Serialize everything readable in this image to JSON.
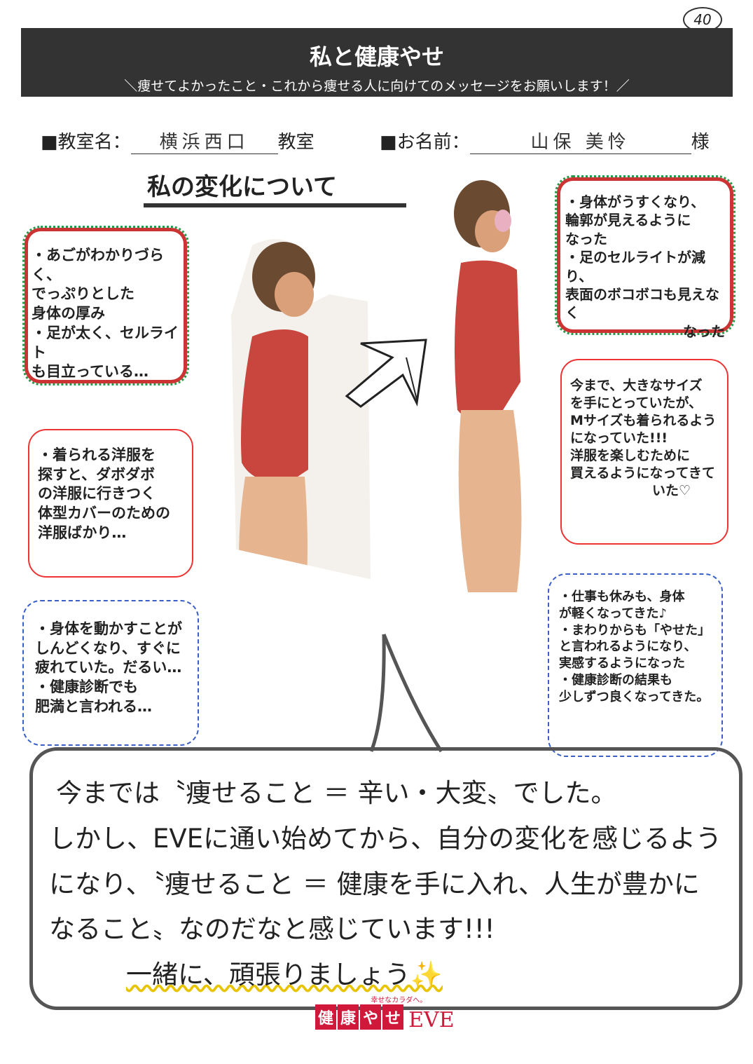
{
  "page_number": "40",
  "header": {
    "title": "私と健康やせ",
    "subtitle": "＼痩せてよかったこと・これから痩せる人に向けてのメッセージをお願いします！／"
  },
  "form": {
    "classroom_label": "■教室名：",
    "classroom_value": "横浜西口",
    "classroom_suffix": "教室",
    "name_label": "■お名前：",
    "name_value": "山保 美怜",
    "name_suffix": "様"
  },
  "section_title": "私の変化について",
  "before": {
    "box1": [
      "・あごがわかりづらく、",
      "でっぷりとした",
      "身体の厚み",
      "・足が太く、セルライト",
      "も目立っている…"
    ],
    "box2": [
      "・着られる洋服を",
      "探すと、ダボダボ",
      "の洋服に行きつく",
      "体型カバーのための",
      "洋服ばかり…"
    ],
    "box3": [
      "・身体を動かすことが",
      "しんどくなり、すぐに",
      "疲れていた。だるい…",
      "・健康診断でも",
      "肥満と言われる…"
    ]
  },
  "after": {
    "box1": [
      "・身体がうすくなり、",
      "輪郭が見えるように",
      "なった",
      "・足のセルライトが減り、",
      "表面のボコボコも見えなく",
      "なった"
    ],
    "box2": [
      "今まで、大きなサイズ",
      "を手にとっていたが、",
      "Mサイズも着られるよう",
      "になっていた!!!",
      "洋服を楽しむために",
      "買えるようになってきて",
      "いた♡"
    ],
    "box3": [
      "・仕事も休みも、身体",
      "が軽くなってきた♪",
      "・まわりからも「やせた」",
      "と言われるようになり、",
      "実感するようになった",
      "・健康診断の結果も",
      "少しずつ良くなってきた。"
    ]
  },
  "message": [
    "今までは〝痩せること ＝ 辛い・大変〟でした。",
    "しかし、EVEに通い始めてから、自分の変化を感じるよう",
    "になり、〝痩せること ＝ 健康を手に入れ、人生が豊かに",
    "なること〟なのだなと感じています!!!",
    "一緒に、頑張りましょう✨"
  ],
  "logo": {
    "tagline": "幸せなカラダへ。",
    "boxes": [
      "健",
      "康",
      "や",
      "せ"
    ],
    "brand": "EVE",
    "color": "#d0183a"
  },
  "colors": {
    "header": "#333333",
    "bow": "#ee3333",
    "plus": "#3a5fc8",
    "dots_green": "#2a9a4a",
    "swimsuit": "#c8463e"
  }
}
